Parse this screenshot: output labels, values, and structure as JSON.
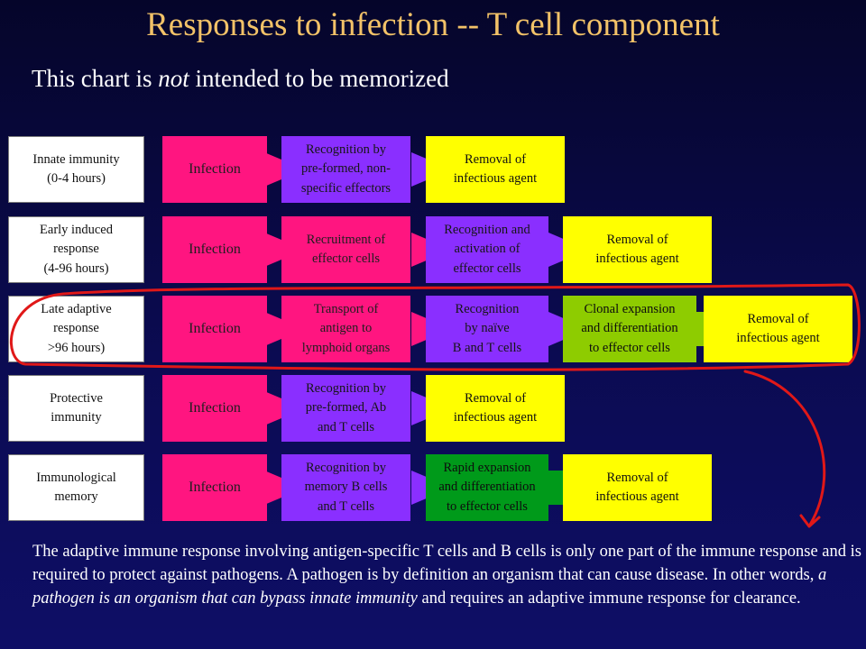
{
  "title": "Responses to infection -- T cell component",
  "subtitle": {
    "before": "This chart is ",
    "emph": "not",
    "after": " intended to be memorized"
  },
  "rows": [
    {
      "label": "Innate immunity\n(0-4 hours)",
      "steps": [
        {
          "text": "Infection",
          "color": "pink"
        },
        {
          "text": "Recognition by\npre-formed, non-\nspecific effectors",
          "color": "purple"
        },
        {
          "text": "Removal of\ninfectious agent",
          "color": "yellow"
        }
      ]
    },
    {
      "label": "Early induced\nresponse\n(4-96 hours)",
      "steps": [
        {
          "text": "Infection",
          "color": "pink"
        },
        {
          "text": "Recruitment of\neffector cells",
          "color": "pink"
        },
        {
          "text": "Recognition and\nactivation of\neffector cells",
          "color": "purple"
        },
        {
          "text": "Removal of\ninfectious agent",
          "color": "yellow"
        }
      ]
    },
    {
      "label": "Late adaptive\nresponse\n>96 hours)",
      "steps": [
        {
          "text": "Infection",
          "color": "pink"
        },
        {
          "text": "Transport of\nantigen to\nlymphoid organs",
          "color": "pink"
        },
        {
          "text": "Recognition\nby naïve\nB and T cells",
          "color": "purple"
        },
        {
          "text": "Clonal expansion\nand differentiation\nto effector cells",
          "color": "light-green"
        },
        {
          "text": "Removal of\ninfectious agent",
          "color": "yellow"
        }
      ]
    },
    {
      "label": "Protective\nimmunity",
      "steps": [
        {
          "text": "Infection",
          "color": "pink"
        },
        {
          "text": "Recognition by\npre-formed, Ab\nand T cells",
          "color": "purple"
        },
        {
          "text": "Removal of\ninfectious agent",
          "color": "yellow"
        }
      ]
    },
    {
      "label": "Immunological\nmemory",
      "steps": [
        {
          "text": "Infection",
          "color": "pink"
        },
        {
          "text": "Recognition by\nmemory B cells\nand T cells",
          "color": "purple"
        },
        {
          "text": "Rapid expansion\nand differentiation\nto effector cells",
          "color": "green"
        },
        {
          "text": "Removal of\ninfectious agent",
          "color": "yellow"
        }
      ]
    }
  ],
  "paragraph": {
    "part1": "The adaptive immune response involving antigen-specific T cells and B cells is only one part of the immune response and is required to protect against pathogens.  A pathogen is by definition an organism that can cause disease.  In other words, ",
    "emph": "a pathogen is an organism that can bypass innate immunity",
    "part2": " and requires an adaptive immune response for clearance."
  },
  "colors": {
    "title": "#f2c268",
    "pink": "#ff1580",
    "purple": "#8a2fff",
    "yellow": "#ffff00",
    "green": "#009a1a",
    "light_green": "#8ecc00",
    "highlight": "#e01818"
  }
}
